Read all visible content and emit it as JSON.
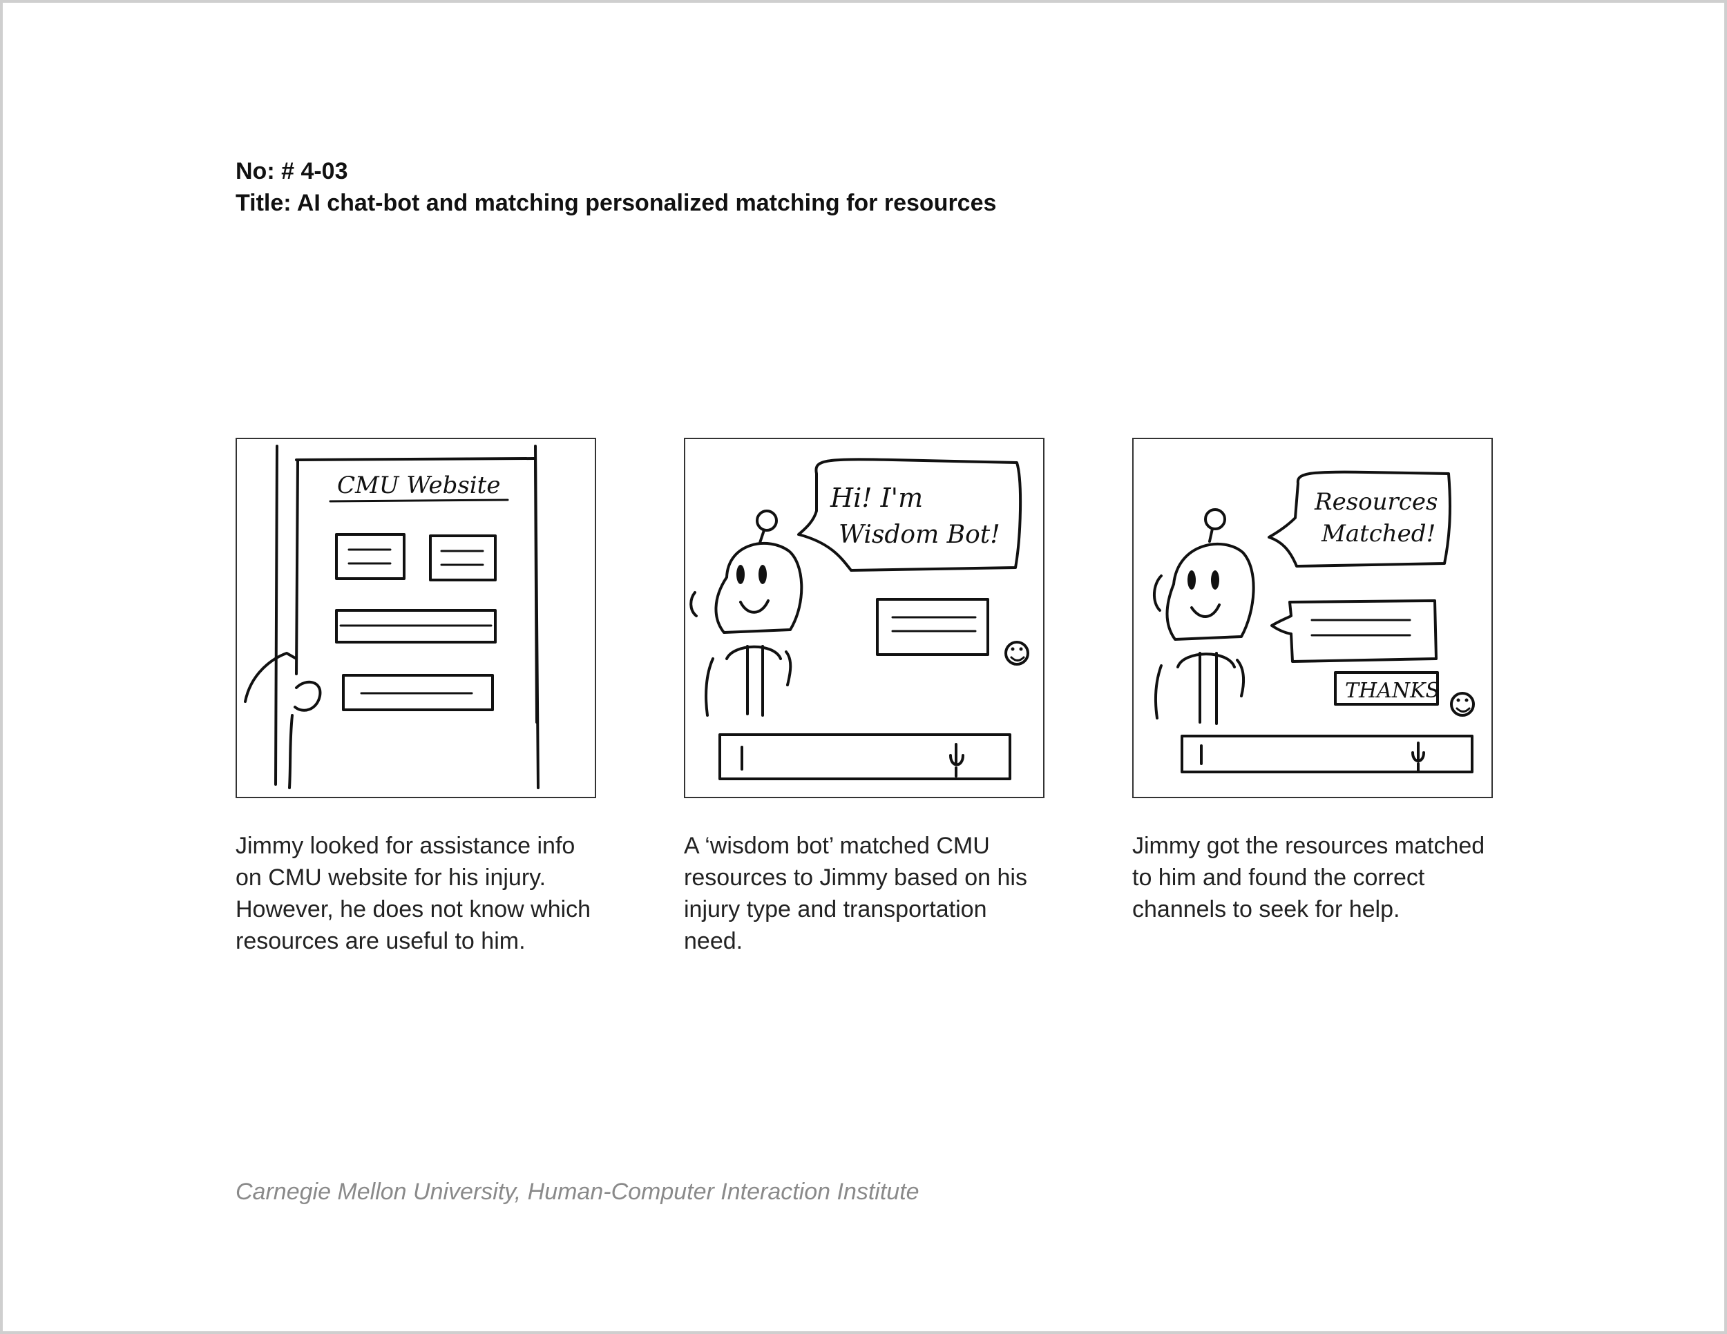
{
  "header": {
    "number_line": "No: # 4-03",
    "title_line": "Title: AI chat-bot and matching personalized matching for resources"
  },
  "panels": [
    {
      "sketch_text": [
        "CMU Website"
      ],
      "caption": "Jimmy looked for assistance info on CMU website for his injury. However, he does not know which resources are useful to him."
    },
    {
      "sketch_text": [
        "Hi! I'm",
        "Wisdom Bot!"
      ],
      "caption": "A ‘wisdom bot’ matched CMU resources to Jimmy based on his injury type and transportation need."
    },
    {
      "sketch_text": [
        "Resources",
        "Matched!",
        "THANKS"
      ],
      "caption": "Jimmy got the resources matched to him and found the correct channels to seek for help."
    }
  ],
  "footer": {
    "credit": "Carnegie Mellon University, Human-Computer Interaction Institute"
  },
  "colors": {
    "border": "#cfcfcf",
    "text": "#1a1a1a",
    "footer_text": "#8a8a8a"
  }
}
